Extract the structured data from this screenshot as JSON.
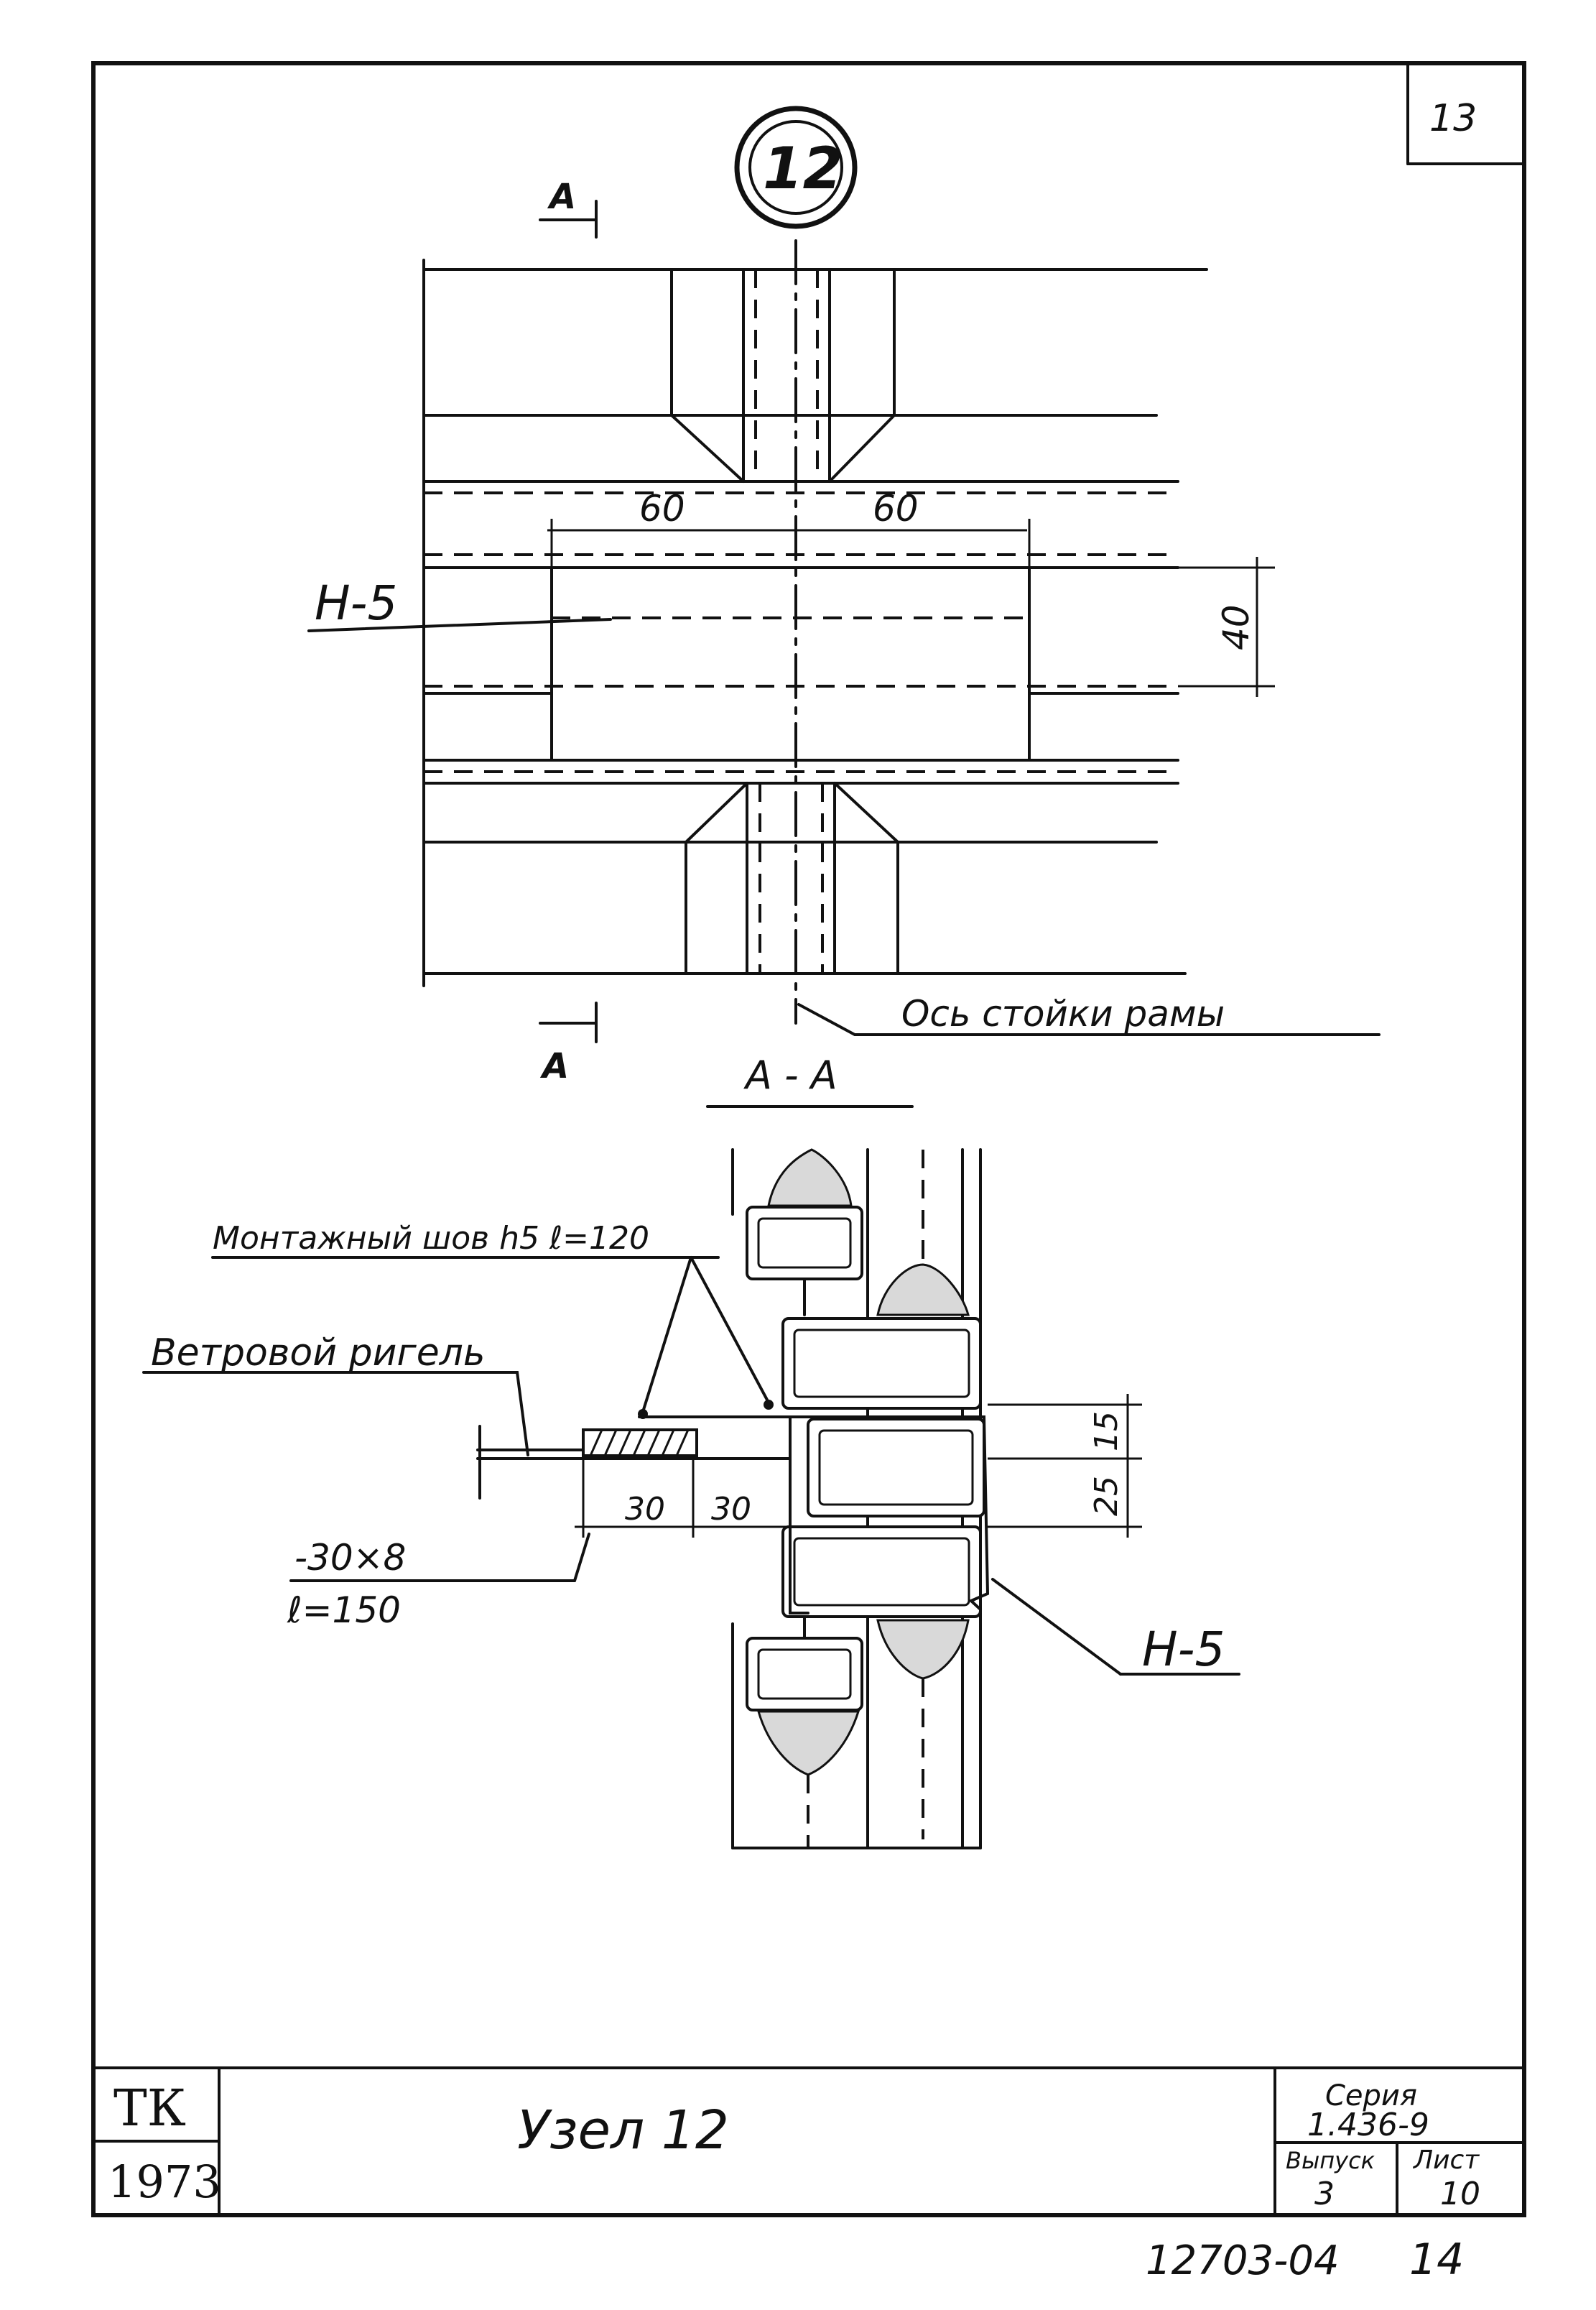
{
  "sheet": {
    "corner_sheet": "13",
    "node_marker": "12",
    "section_mark": "А",
    "section_title": "А - А"
  },
  "plan": {
    "dim_left": "60",
    "dim_right": "60",
    "dim_height": "40",
    "plate_label": "Н-5",
    "axis_label": "Ось стойки рамы"
  },
  "section": {
    "weld_note": "Монтажный шов h5 ℓ=120",
    "bar_label": "Ветровой ригель",
    "strip_line1": "-30×8",
    "strip_line2": "ℓ=150",
    "dim_a": "30",
    "dim_b": "30",
    "dim_15": "15",
    "dim_25": "25",
    "plate_label": "Н-5"
  },
  "title_block": {
    "org_top": "ТК",
    "org_year": "1973",
    "title": "Узел 12",
    "series_label": "Серия",
    "series_value": "1.436-9",
    "issue_label": "Выпуск",
    "issue_value": "3",
    "sheet_label": "Лист",
    "sheet_value": "10"
  },
  "footer": {
    "doc_number": "12703-04",
    "page": "14"
  }
}
